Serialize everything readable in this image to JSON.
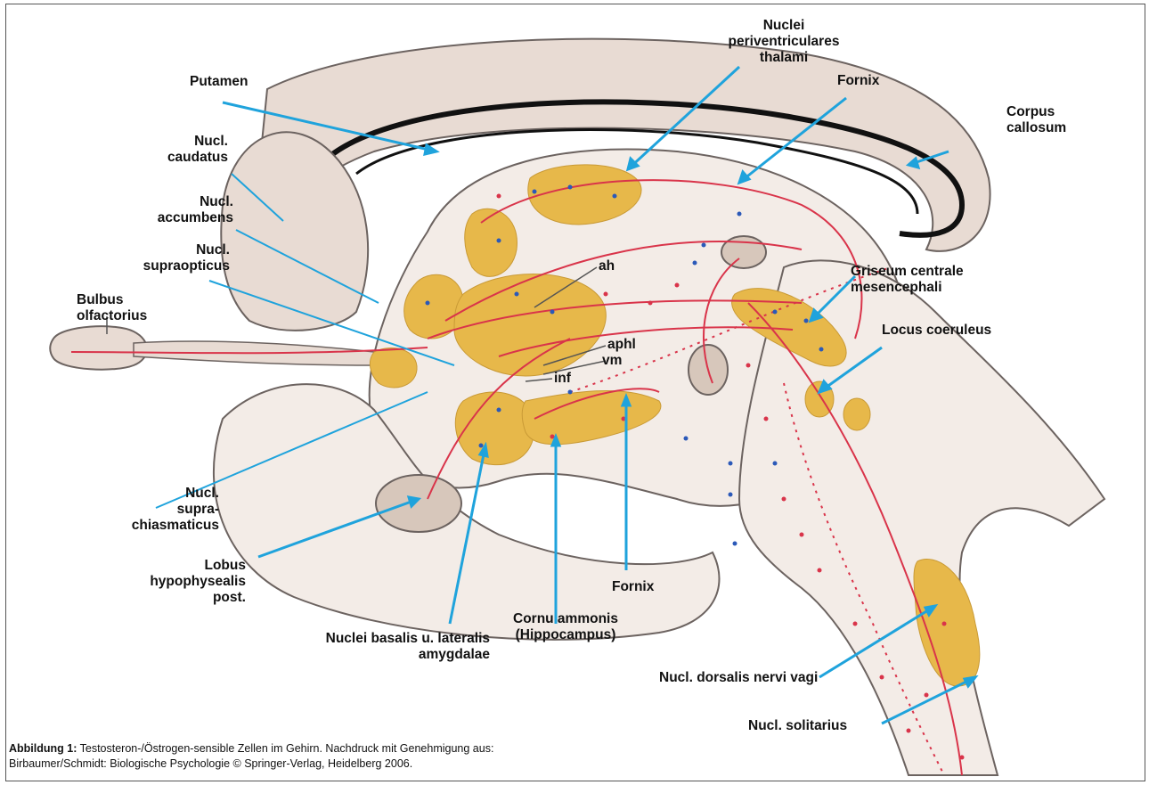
{
  "labels": {
    "nuclei_periventriculares": "Nuclei periventriculares\nthalami",
    "fornix_top": "Fornix",
    "corpus_callosum": "Corpus\ncallosum",
    "putamen": "Putamen",
    "nucl_caudatus": "Nucl.\ncaudatus",
    "nucl_accumbens": "Nucl.\naccumbens",
    "nucl_supraopticus": "Nucl.\nsupraopticus",
    "bulbus_olfactorius": "Bulbus\nolfactorius",
    "ah": "ah",
    "aphl": "aphl",
    "vm": "vm",
    "inf": "inf",
    "griseum_centrale": "Griseum centrale\nmesencephali",
    "locus_coeruleus": "Locus coeruleus",
    "nucl_suprachiasmaticus": "Nucl.\nsupra-\nchiasmaticus",
    "lobus_hypophysealis": "Lobus\nhypophysealis\npost.",
    "nuclei_basalis": "Nuclei basalis u. lateralis\namygdalae",
    "cornu_ammonis": "Cornu ammonis\n(Hippocampus)",
    "fornix_bottom": "Fornix",
    "nucl_dorsalis": "Nucl. dorsalis nervi vagi",
    "nucl_solitarius": "Nucl. solitarius"
  },
  "caption": {
    "bold": "Abbildung 1:",
    "text": " Testosteron-/Östrogen-sensible Zellen im Gehirn. Nachdruck mit Genehmigung aus:",
    "line2": "Birbaumer/Schmidt: Biologische Psychologie © Springer-Verlag, Heidelberg 2006."
  },
  "colors": {
    "tissue": "#e8dbd3",
    "tissue_light": "#f3ece7",
    "nucleus": "#e7b84a",
    "fiber": "#d9344a",
    "pointer": "#1fa3dc",
    "outline": "#6c6360",
    "dot_blue": "#2b59b8",
    "dot_red": "#d9344a"
  }
}
